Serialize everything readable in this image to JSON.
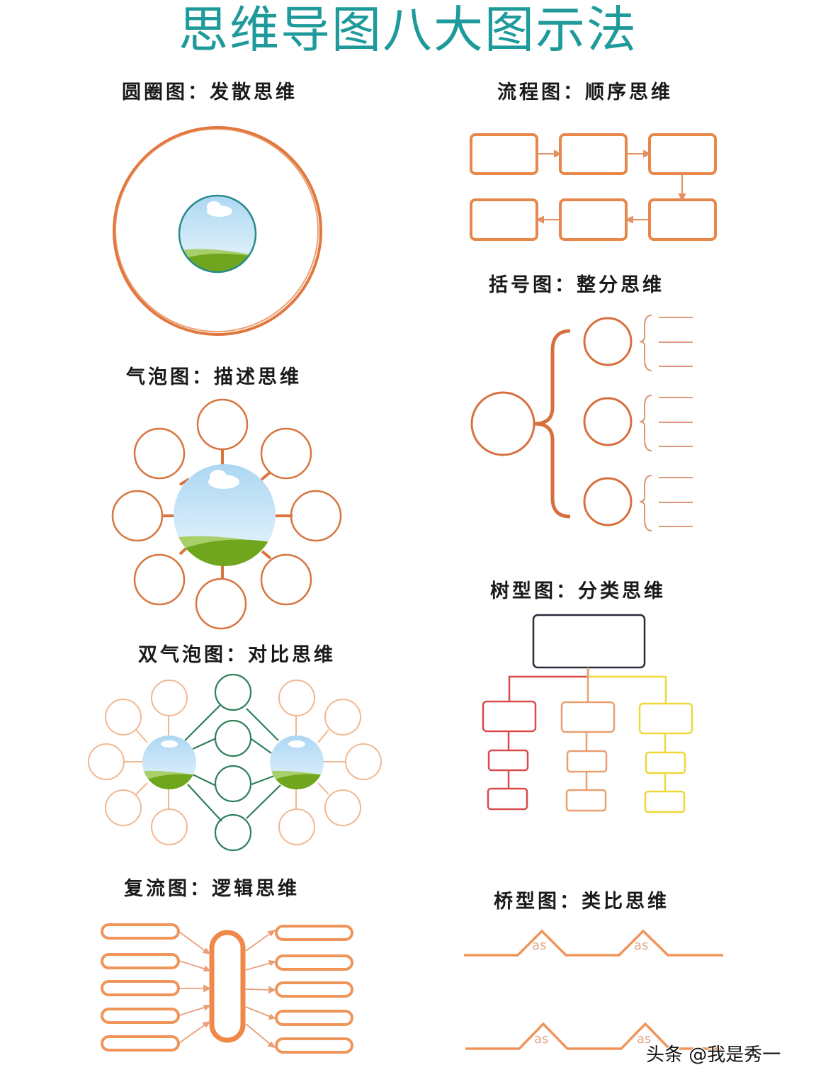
{
  "title": "思维导图八大图示法",
  "colors": {
    "title": "#1e9a9a",
    "orange": "#e8874a",
    "orange_dark": "#d8693a",
    "brown_orange": "#c87048",
    "green_line": "#2f7f5a",
    "tree_root": "#2a2a3a",
    "tree_red": "#d94a4a",
    "tree_orange": "#e8a070",
    "tree_yellow": "#eed83a",
    "sky": "#cfe9f8",
    "grass_light": "#a9cf6a",
    "grass_dark": "#6fa61e"
  },
  "sections": {
    "circle_map": {
      "heading": "圆圈图：发散思维"
    },
    "flow_map": {
      "heading": "流程图：顺序思维"
    },
    "brace_map": {
      "heading": "括号图：整分思维"
    },
    "bubble_map": {
      "heading": "气泡图：描述思维"
    },
    "tree_map": {
      "heading": "树型图：分类思维"
    },
    "double_bubble_map": {
      "heading": "双气泡图：对比思维"
    },
    "multi_flow_map": {
      "heading": "复流图：逻辑思维"
    },
    "bridge_map": {
      "heading": "桥型图：类比思维",
      "relating_factor": "as"
    }
  },
  "watermark": "头条 @我是秀一"
}
